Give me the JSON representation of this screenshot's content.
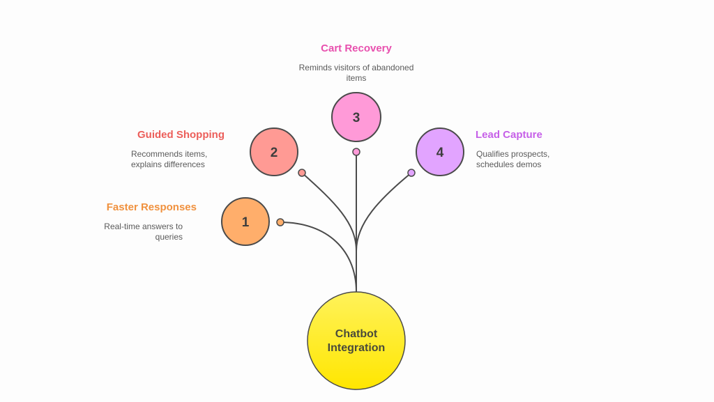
{
  "center": {
    "label_line1": "Chatbot",
    "label_line2": "Integration",
    "color": "#FFEE33"
  },
  "items": [
    {
      "number": "1",
      "title": "Faster Responses",
      "desc_line1": "Real-time answers to",
      "desc_line2": "queries",
      "color": "#FFAE6B",
      "title_color": "#F0913E"
    },
    {
      "number": "2",
      "title": "Guided Shopping",
      "desc_line1": "Recommends items,",
      "desc_line2": "explains differences",
      "color": "#FF9A94",
      "title_color": "#EC5E5A"
    },
    {
      "number": "3",
      "title": "Cart Recovery",
      "desc_line1": "Reminds visitors of abandoned",
      "desc_line2": "items",
      "color": "#FF9AD8",
      "title_color": "#E850AE"
    },
    {
      "number": "4",
      "title": "Lead Capture",
      "desc_line1": "Qualifies prospects,",
      "desc_line2": "schedules demos",
      "color": "#E2A4FF",
      "title_color": "#C660E8"
    }
  ],
  "stroke_color": "#4a4a4a"
}
